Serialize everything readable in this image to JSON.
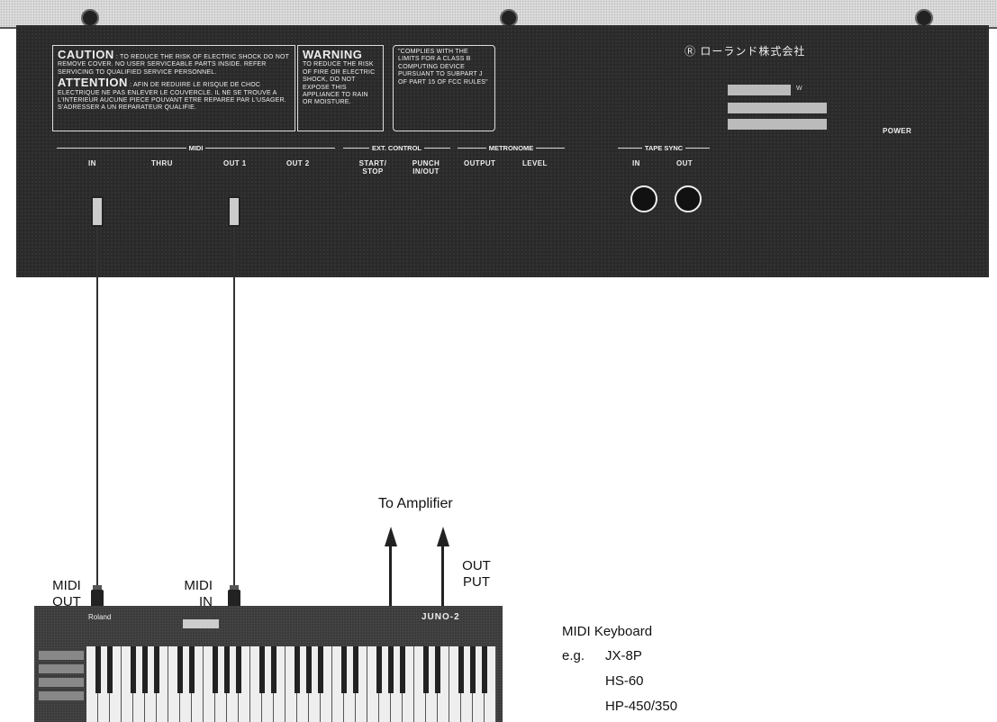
{
  "rear_panel": {
    "caution_title": "CAUTION",
    "caution_text": ": TO REDUCE THE RISK OF ELECTRIC SHOCK DO NOT REMOVE COVER. NO USER SERVICEABLE PARTS INSIDE. REFER SERVICING TO QUALIFIED SERVICE PERSONNEL.",
    "attention_title": "ATTENTION",
    "attention_text": ": AFIN DE REDUIRE LE RISQUE DE CHOC ELECTRIQUE NE PAS ENLEVER LE COUVERCLE. IL NE SE TROUVE A L'INTERIEUR AUCUNE PIECE POUVANT ETRE REPAREE PAR L'USAGER. S'ADRESSER A UN REPARATEUR QUALIFIE.",
    "warning_title": "WARNING",
    "warning_text": "TO REDUCE THE RISK OF FIRE OR ELECTRIC SHOCK, DO NOT EXPOSE THIS APPLIANCE TO RAIN OR MOISTURE.",
    "fcc_text": "\"COMPLIES WITH THE LIMITS FOR A CLASS B COMPUTING DEVICE PURSUANT TO SUBPART J OF PART 15 OF FCC RULES\"",
    "maker_jp": "Ⓡ ローランド株式会社",
    "plate_w": "W",
    "power_label": "POWER",
    "groups": {
      "midi": "MIDI",
      "ext_control": "EXT. CONTROL",
      "metronome": "METRONOME",
      "tape_sync": "TAPE SYNC"
    },
    "ports": {
      "midi_in": "IN",
      "midi_thru": "THRU",
      "midi_out1": "OUT 1",
      "midi_out2": "OUT 2",
      "start_stop": "START/ STOP",
      "punch": "PUNCH IN/OUT",
      "met_output": "OUTPUT",
      "met_level": "LEVEL",
      "tape_in": "IN",
      "tape_out": "OUT"
    }
  },
  "labels": {
    "midi_out": "MIDI OUT",
    "midi_in": "MIDI IN",
    "to_amplifier": "To Amplifier",
    "output": "OUT PUT"
  },
  "keyboard": {
    "brand": "Roland",
    "model": "JUNO-2",
    "caption": "MIDI Keyboard",
    "eg": "e.g.",
    "examples": [
      "JX-8P",
      "HS-60",
      "HP-450/350"
    ]
  }
}
